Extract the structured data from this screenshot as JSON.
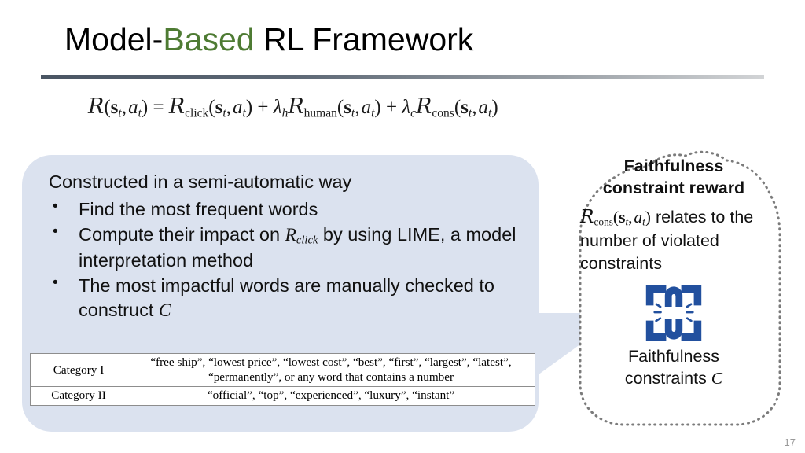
{
  "slide": {
    "title_part1": "Model-",
    "title_accent": "Based",
    "title_part2": " RL Framework",
    "page_number": "17"
  },
  "equation": {
    "text": "R(s_t, a_t) = R_click(s_t, a_t) + λ_h R_human(s_t, a_t) + λ_c R_cons(s_t, a_t)",
    "lhs_symbol": "R",
    "terms": [
      "R_click",
      "λ_h R_human",
      "λ_c R_cons"
    ],
    "arguments": "(s_t, a_t)"
  },
  "panel": {
    "heading": "Constructed in a semi-automatic way",
    "bullets": [
      {
        "before": "Find the most frequent words",
        "math": "",
        "after": ""
      },
      {
        "before": "Compute their impact on ",
        "math": "R_click",
        "after": " by using LIME, a model interpretation method"
      },
      {
        "before": "The most impactful words are manually checked to construct ",
        "math": "C",
        "after": ""
      }
    ]
  },
  "table": {
    "rows": [
      {
        "label": "Category I",
        "items": "“free ship”, “lowest price”, “lowest cost”, “best”, “first”, “largest”, “latest”, “permanently”, or any word that contains a number"
      },
      {
        "label": "Category II",
        "items": "“official”, “top”, “experienced”, “luxury”, “instant”"
      }
    ]
  },
  "callout": {
    "title_line1": "Faithfulness",
    "title_line2": "constraint reward",
    "body_math": "R_cons(s_t, a_t)",
    "body_text": " relates to the number of violated constraints",
    "icon_name": "broken-link-constraint-icon",
    "icon_color": "#22509E",
    "caption_line1": "Faithfulness",
    "caption_line2": "constraints C"
  },
  "colors": {
    "title_accent": "#4E7B33",
    "panel_fill": "#DBE2EF",
    "rule_dark": "#4A5563",
    "rule_light": "#D2D4D6",
    "icon_blue": "#22509E",
    "page_number": "#9A9A9A"
  }
}
